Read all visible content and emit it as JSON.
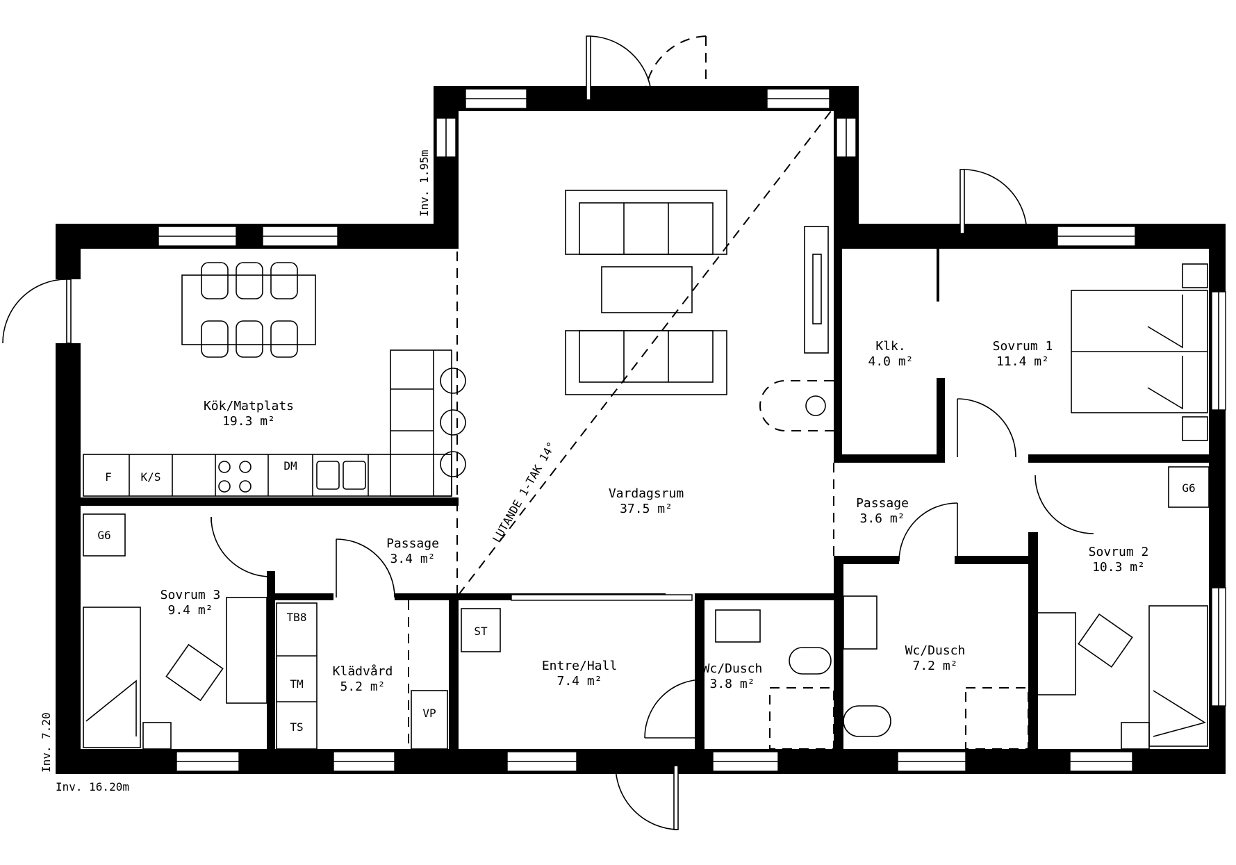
{
  "rooms": {
    "kok": {
      "name": "Kök/Matplats",
      "area": "19.3 m²"
    },
    "vardagsrum": {
      "name": "Vardagsrum",
      "area": "37.5 m²"
    },
    "klk": {
      "name": "Klk.",
      "area": "4.0 m²"
    },
    "sovrum1": {
      "name": "Sovrum 1",
      "area": "11.4 m²"
    },
    "sovrum2": {
      "name": "Sovrum 2",
      "area": "10.3 m²"
    },
    "sovrum3": {
      "name": "Sovrum 3",
      "area": "9.4 m²"
    },
    "passage_left": {
      "name": "Passage",
      "area": "3.4 m²"
    },
    "passage_right": {
      "name": "Passage",
      "area": "3.6 m²"
    },
    "kladvard": {
      "name": "Klädvård",
      "area": "5.2 m²"
    },
    "entre": {
      "name": "Entre/Hall",
      "area": "7.4 m²"
    },
    "wc_small": {
      "name": "Wc/Dusch",
      "area": "3.8 m²"
    },
    "wc_large": {
      "name": "Wc/Dusch",
      "area": "7.2 m²"
    }
  },
  "fixtures": {
    "f": "F",
    "ks": "K/S",
    "dm": "DM",
    "g6_left": "G6",
    "g6_right": "G6",
    "tb8": "TB8",
    "tm": "TM",
    "ts": "TS",
    "st": "ST",
    "vp": "VP"
  },
  "annotations": {
    "roof": "LUTANDE 1-TAK 14°",
    "inv_top": "Inv. 1.95m",
    "inv_left": "Inv. 7.20",
    "inv_bottom": "Inv. 16.20m"
  }
}
